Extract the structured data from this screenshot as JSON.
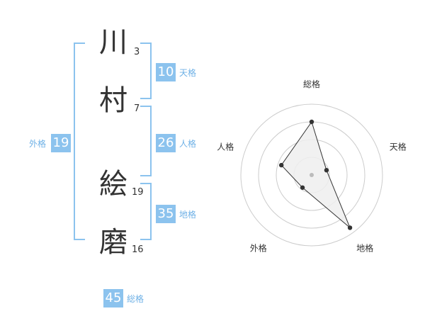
{
  "name": {
    "chars": [
      {
        "char": "川",
        "strokes": "3"
      },
      {
        "char": "村",
        "strokes": "7"
      },
      {
        "char": "絵",
        "strokes": "19"
      },
      {
        "char": "磨",
        "strokes": "16"
      }
    ]
  },
  "fortunes": {
    "tenkaku": {
      "value": "10",
      "label": "天格"
    },
    "jinkaku": {
      "value": "26",
      "label": "人格"
    },
    "chikaku": {
      "value": "35",
      "label": "地格"
    },
    "gaikaku": {
      "value": "19",
      "label": "外格"
    },
    "soukaku": {
      "value": "45",
      "label": "総格"
    }
  },
  "chart_data": {
    "type": "radar",
    "axes": [
      "総格",
      "天格",
      "地格",
      "外格",
      "人格"
    ],
    "values": [
      0.75,
      0.22,
      0.92,
      0.22,
      0.45
    ],
    "rings": 4,
    "colors": {
      "fill": "#efefef",
      "line": "#333333",
      "point": "#333333",
      "ring": "#cccccc",
      "center": "#bbbbbb"
    }
  },
  "colors": {
    "accent": "#8cc3ee",
    "label": "#6fb1e6",
    "text": "#333333"
  }
}
